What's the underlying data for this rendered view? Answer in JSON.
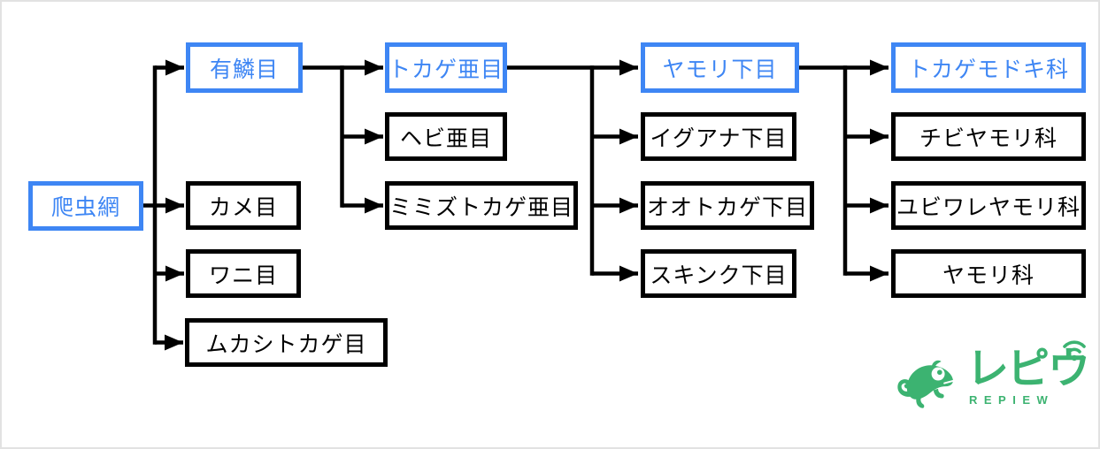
{
  "colors": {
    "highlight_blue": "#3e86f4",
    "box_black": "#000000",
    "logo_green": "#3cb371",
    "background": "#ffffff"
  },
  "nodes": [
    {
      "id": "hachurui",
      "label": "爬虫網",
      "highlighted": true
    },
    {
      "id": "yurin-moku",
      "label": "有鱗目",
      "highlighted": true
    },
    {
      "id": "kame-moku",
      "label": "カメ目",
      "highlighted": false
    },
    {
      "id": "wani-moku",
      "label": "ワニ目",
      "highlighted": false
    },
    {
      "id": "mukashitokage-moku",
      "label": "ムカシトカゲ目",
      "highlighted": false
    },
    {
      "id": "tokage-amoku",
      "label": "トカゲ亜目",
      "highlighted": true
    },
    {
      "id": "hebi-amoku",
      "label": "ヘビ亜目",
      "highlighted": false
    },
    {
      "id": "mimizutokage-amoku",
      "label": "ミミズトカゲ亜目",
      "highlighted": false
    },
    {
      "id": "yamori-shimomoku",
      "label": "ヤモリ下目",
      "highlighted": true
    },
    {
      "id": "iguana-shimomoku",
      "label": "イグアナ下目",
      "highlighted": false
    },
    {
      "id": "ootokage-shimomoku",
      "label": "オオトカゲ下目",
      "highlighted": false
    },
    {
      "id": "sukinku-shimomoku",
      "label": "スキンク下目",
      "highlighted": false
    },
    {
      "id": "tokagemodoki-ka",
      "label": "トカゲモドキ科",
      "highlighted": true
    },
    {
      "id": "chibiyamori-ka",
      "label": "チビヤモリ科",
      "highlighted": false
    },
    {
      "id": "yubiwareyamori-ka",
      "label": "ユビワレヤモリ科",
      "highlighted": false
    },
    {
      "id": "yamori-ka",
      "label": "ヤモリ科",
      "highlighted": false
    }
  ],
  "edges": [
    {
      "from": "hachurui",
      "to": "yurin-moku"
    },
    {
      "from": "hachurui",
      "to": "kame-moku"
    },
    {
      "from": "hachurui",
      "to": "wani-moku"
    },
    {
      "from": "hachurui",
      "to": "mukashitokage-moku"
    },
    {
      "from": "yurin-moku",
      "to": "tokage-amoku"
    },
    {
      "from": "yurin-moku",
      "to": "hebi-amoku"
    },
    {
      "from": "yurin-moku",
      "to": "mimizutokage-amoku"
    },
    {
      "from": "tokage-amoku",
      "to": "yamori-shimomoku"
    },
    {
      "from": "tokage-amoku",
      "to": "iguana-shimomoku"
    },
    {
      "from": "tokage-amoku",
      "to": "ootokage-shimomoku"
    },
    {
      "from": "tokage-amoku",
      "to": "sukinku-shimomoku"
    },
    {
      "from": "yamori-shimomoku",
      "to": "tokagemodoki-ka"
    },
    {
      "from": "yamori-shimomoku",
      "to": "chibiyamori-ka"
    },
    {
      "from": "yamori-shimomoku",
      "to": "yubiwareyamori-ka"
    },
    {
      "from": "yamori-shimomoku",
      "to": "yamori-ka"
    }
  ],
  "logo": {
    "icon": "chameleon-icon",
    "brand_name": "レピウ",
    "brand_sub": "REPIEW"
  }
}
